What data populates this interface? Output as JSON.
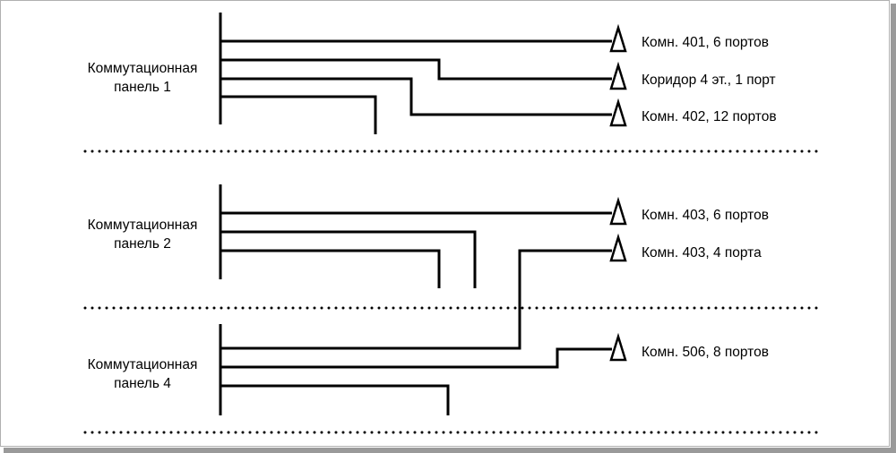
{
  "panels": [
    {
      "name_line1": "Коммутационная",
      "name_line2": "панель 1"
    },
    {
      "name_line1": "Коммутационная",
      "name_line2": "панель 2"
    },
    {
      "name_line1": "Коммутационная",
      "name_line2": "панель 4"
    }
  ],
  "destinations": [
    "Комн. 401, 6 портов",
    "Коридор 4 эт., 1 порт",
    "Комн. 402, 12 портов",
    "Комн. 403, 6 портов",
    "Комн. 403, 4 порта",
    "Комн. 506, 8 портов"
  ]
}
